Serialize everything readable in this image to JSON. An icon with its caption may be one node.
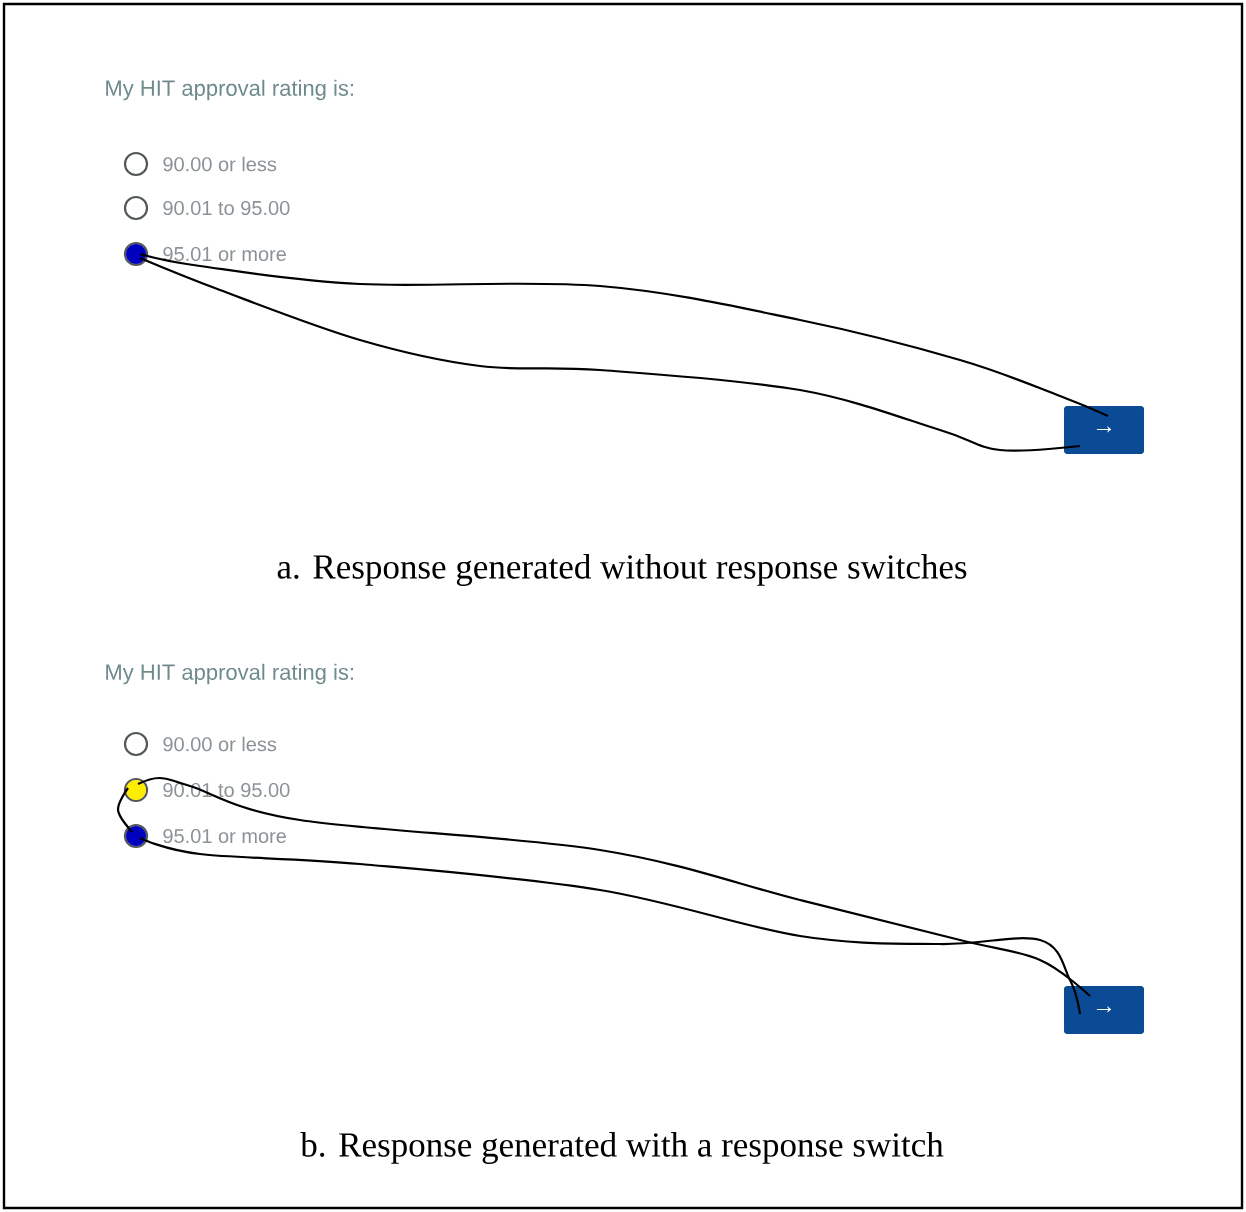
{
  "diagram": {
    "nodes": [
      {
        "text": [
          "90.00 or less"
        ]
      },
      {
        "text": [
          "90.01 to 95.00"
        ]
      },
      {
        "text": [
          "95.01 or more"
        ]
      },
      {
        "text": [
          "→"
        ]
      },
      {
        "text": [
          "90.00 or less"
        ]
      },
      {
        "text": [
          "90.01 to 95.00"
        ]
      },
      {
        "text": [
          "95.01 or more"
        ]
      },
      {
        "text": [
          "→"
        ]
      }
    ],
    "edges": [
      {
        "from": 2,
        "to": 3,
        "arrow": "none"
      },
      {
        "from": 2,
        "to": 3,
        "arrow": "none"
      },
      {
        "from": 6,
        "to": 5,
        "arrow": "none"
      },
      {
        "from": 5,
        "to": 7,
        "arrow": "none"
      },
      {
        "from": 6,
        "to": 7,
        "arrow": "none"
      }
    ],
    "labels": [
      "My HIT approval rating is:",
      "a. Response generated without response switches",
      "My HIT approval rating is:",
      "b. Response generated with a response switch"
    ]
  }
}
